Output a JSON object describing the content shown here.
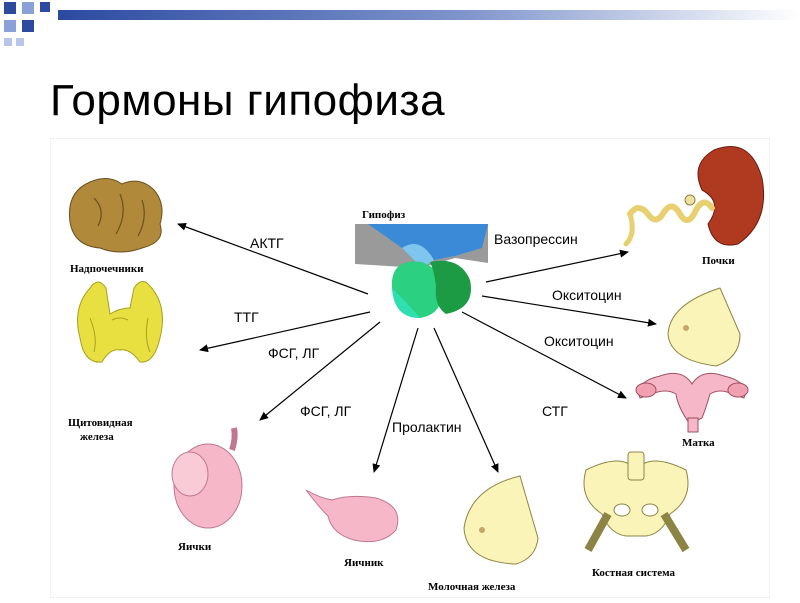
{
  "slide": {
    "title": "Гормоны гипофиза"
  },
  "diagram": {
    "center_label": "Гипофиз",
    "hormones": {
      "actg": "АКТГ",
      "ttg": "ТТГ",
      "fsg_lg_1": "ФСГ, ЛГ",
      "fsg_lg_2": "ФСГ, ЛГ",
      "prolactin": "Пролактин",
      "vasopressin": "Вазопрессин",
      "oxytocin_1": "Окситоцин",
      "oxytocin_2": "Окситоцин",
      "stg": "СТГ"
    },
    "organs": {
      "adrenal": "Надпочечники",
      "thyroid_line1": "Щитовидная",
      "thyroid_line2": "железа",
      "testes": "Яички",
      "ovary": "Яичник",
      "mammary": "Молочная железа",
      "bone": "Костная система",
      "uterus": "Матка",
      "kidneys": "Почки"
    },
    "colors": {
      "accent_blue": "#3a60c0",
      "adrenal": "#b08a3a",
      "thyroid": "#e8e040",
      "kidney": "#b03a20",
      "pink": "#f6b8c8",
      "cream": "#fbf4b8"
    }
  }
}
